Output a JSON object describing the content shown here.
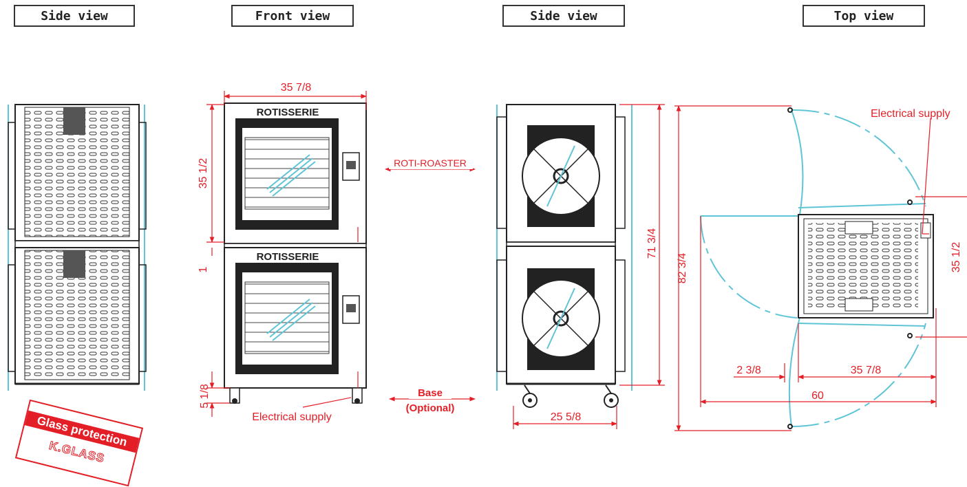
{
  "view_labels": {
    "side_left": "Side view",
    "front": "Front view",
    "side_right": "Side view",
    "top": "Top view"
  },
  "front": {
    "brand_top": "ROTISSERIE",
    "brand_bottom": "ROTISSERIE",
    "width": "35 7/8",
    "upper_height": "35 1/2",
    "gap": "1",
    "base_height": "5 1/8",
    "electrical_supply": "Electrical supply",
    "roti_roaster": "ROTI-ROASTER",
    "base_line1": "Base",
    "base_line2": "(Optional)"
  },
  "side_right": {
    "height_unit": "71 3/4",
    "depth": "25 5/8"
  },
  "top": {
    "electrical_supply": "Electrical supply",
    "overall_height": "82 3/4",
    "width": "35 1/2",
    "offset": "2 3/8",
    "body_width": "35 7/8",
    "total_with_doors": "60"
  },
  "stamp": {
    "line1": "Glass protection",
    "line2": "K.GLASS"
  },
  "colors": {
    "dimension": "#e41e26",
    "door_swing": "#5ec4d6",
    "outline": "#222222"
  }
}
